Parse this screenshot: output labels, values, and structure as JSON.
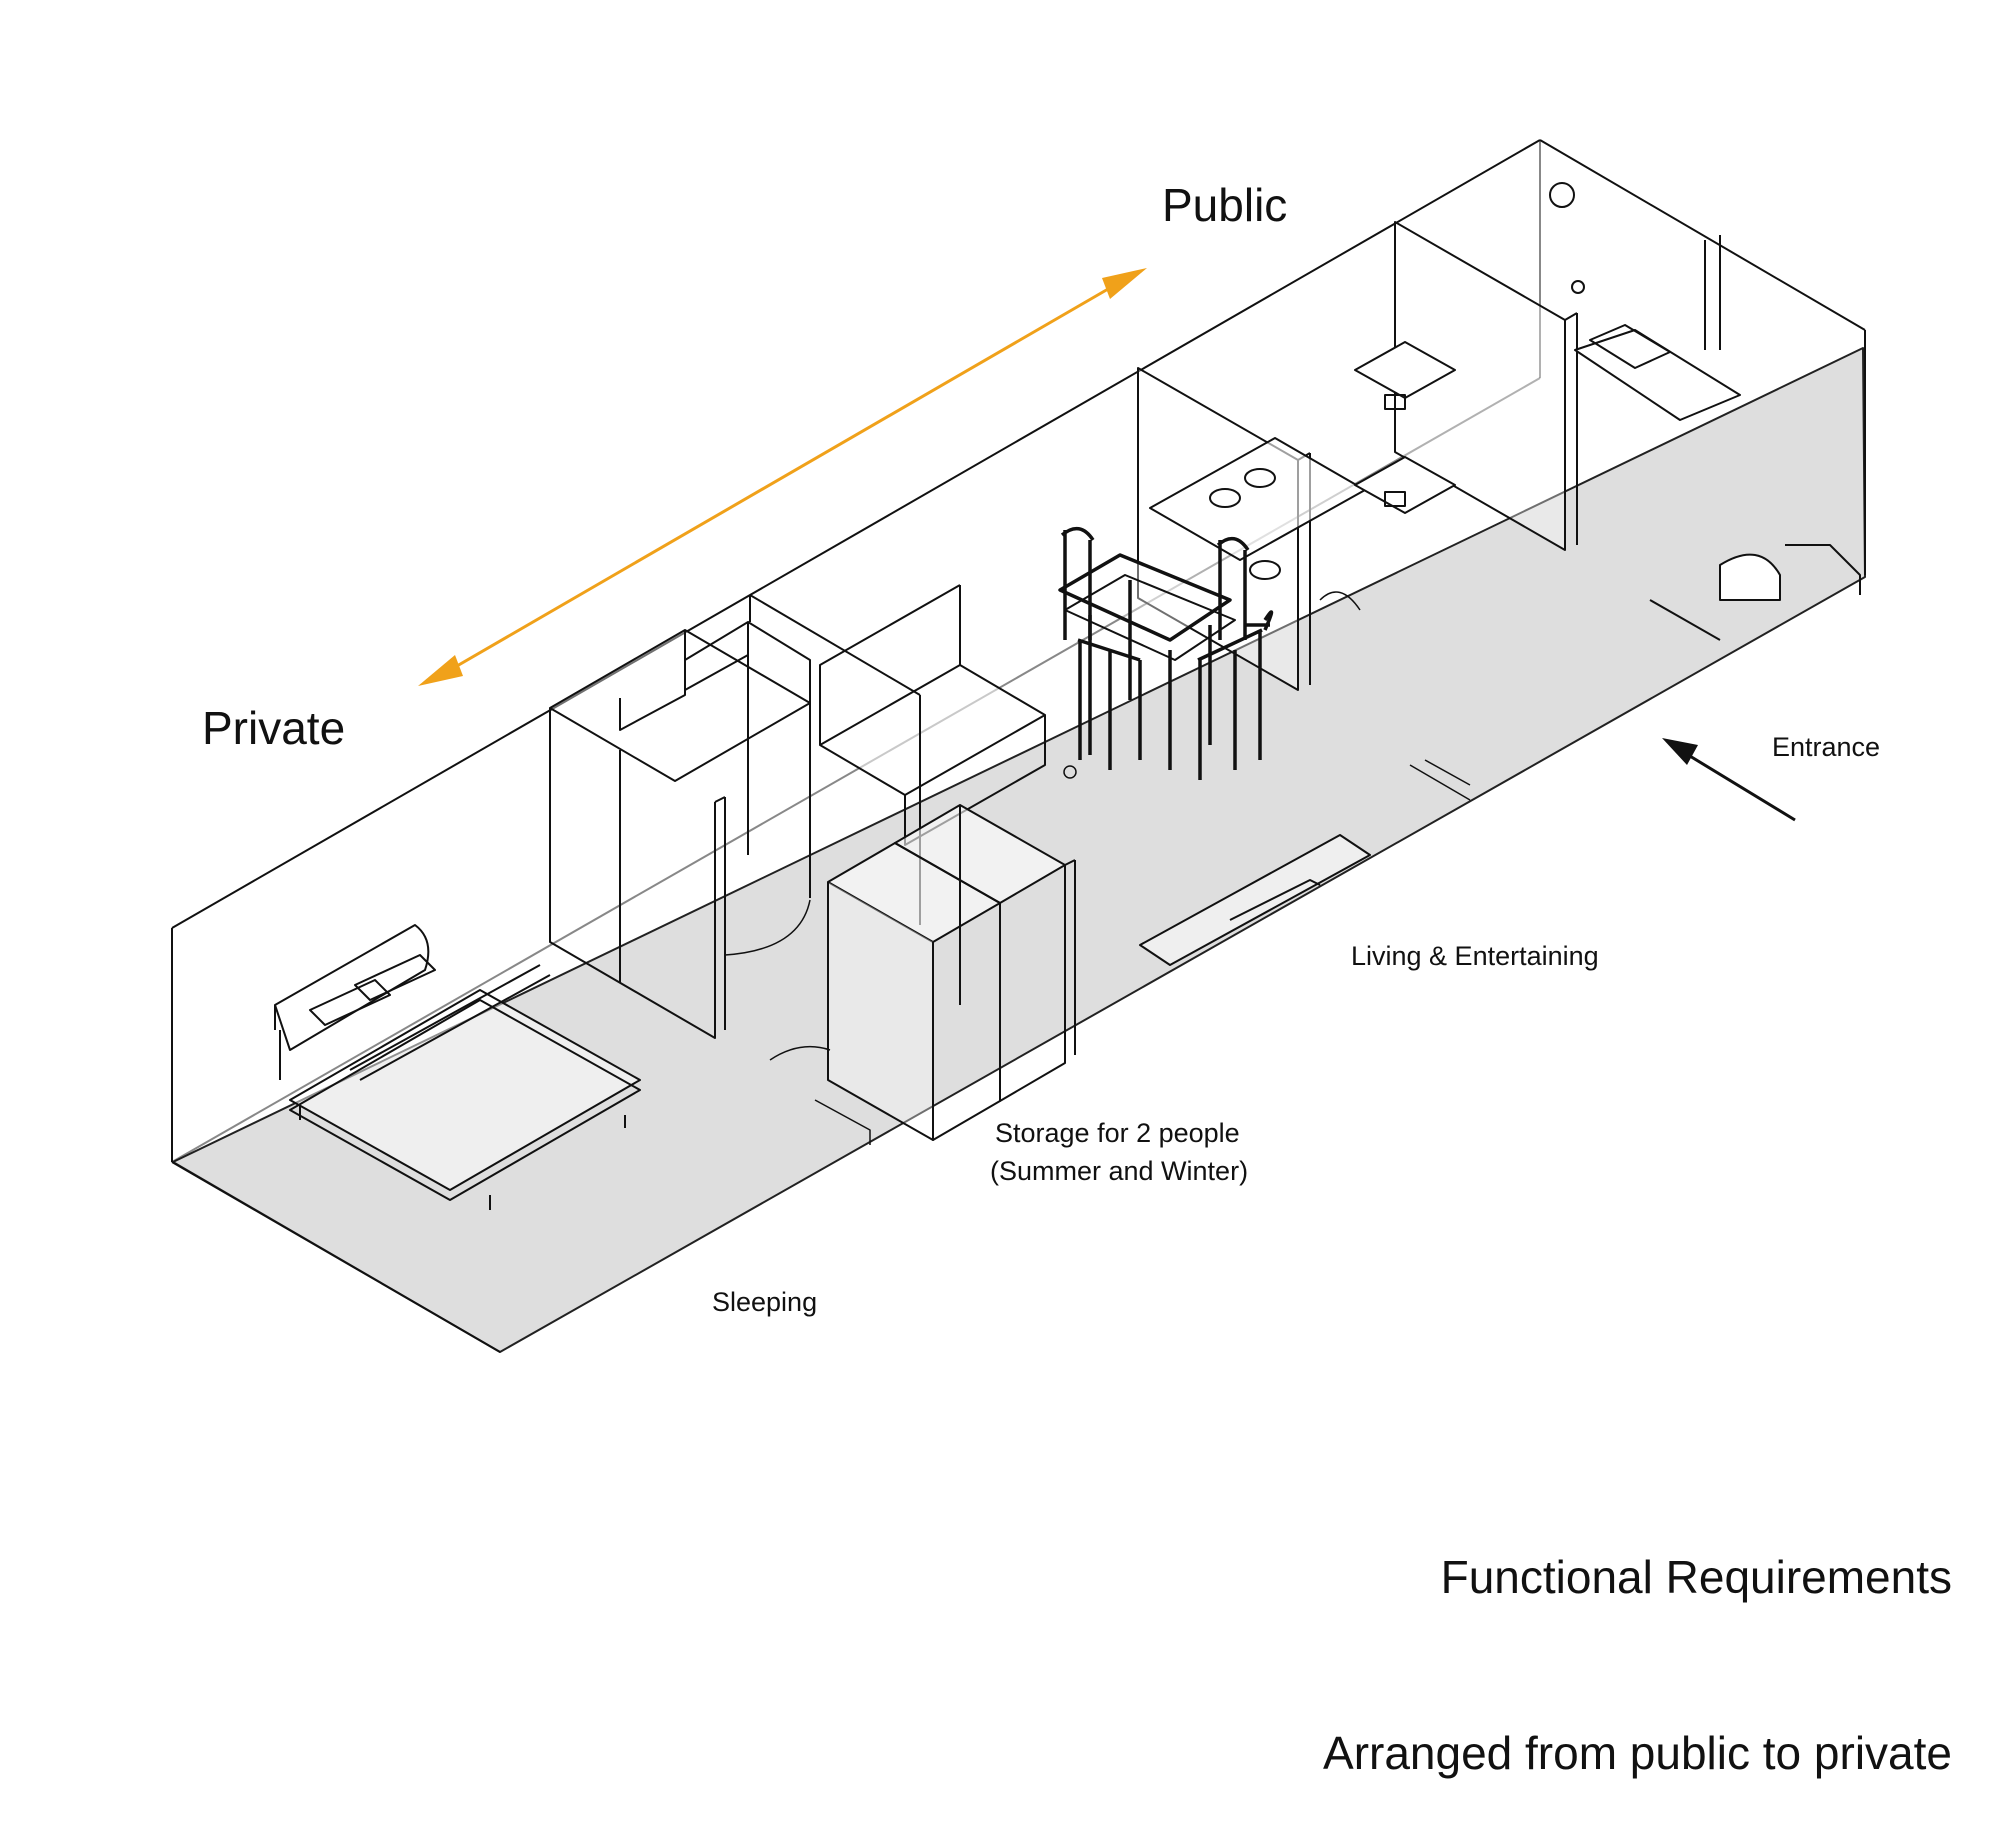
{
  "labels": {
    "public": "Public",
    "private": "Private",
    "entrance": "Entrance",
    "living": "Living & Entertaining",
    "storage_line1": "Storage for 2 people",
    "storage_line2": "(Summer and Winter)",
    "sleeping": "Sleeping"
  },
  "title": {
    "line1": "Functional Requirements",
    "line2": "Arranged from public to private"
  },
  "colors": {
    "arrow_accent": "#f0a11a",
    "floor": "#dedede",
    "line": "#111111"
  },
  "icons": [
    "double-arrow-icon",
    "entrance-arrow-icon",
    "bed-icon",
    "dining-set-icon",
    "wardrobe-icon",
    "kitchen-counter-icon",
    "sofa-icon",
    "bathroom-sink-icon"
  ]
}
